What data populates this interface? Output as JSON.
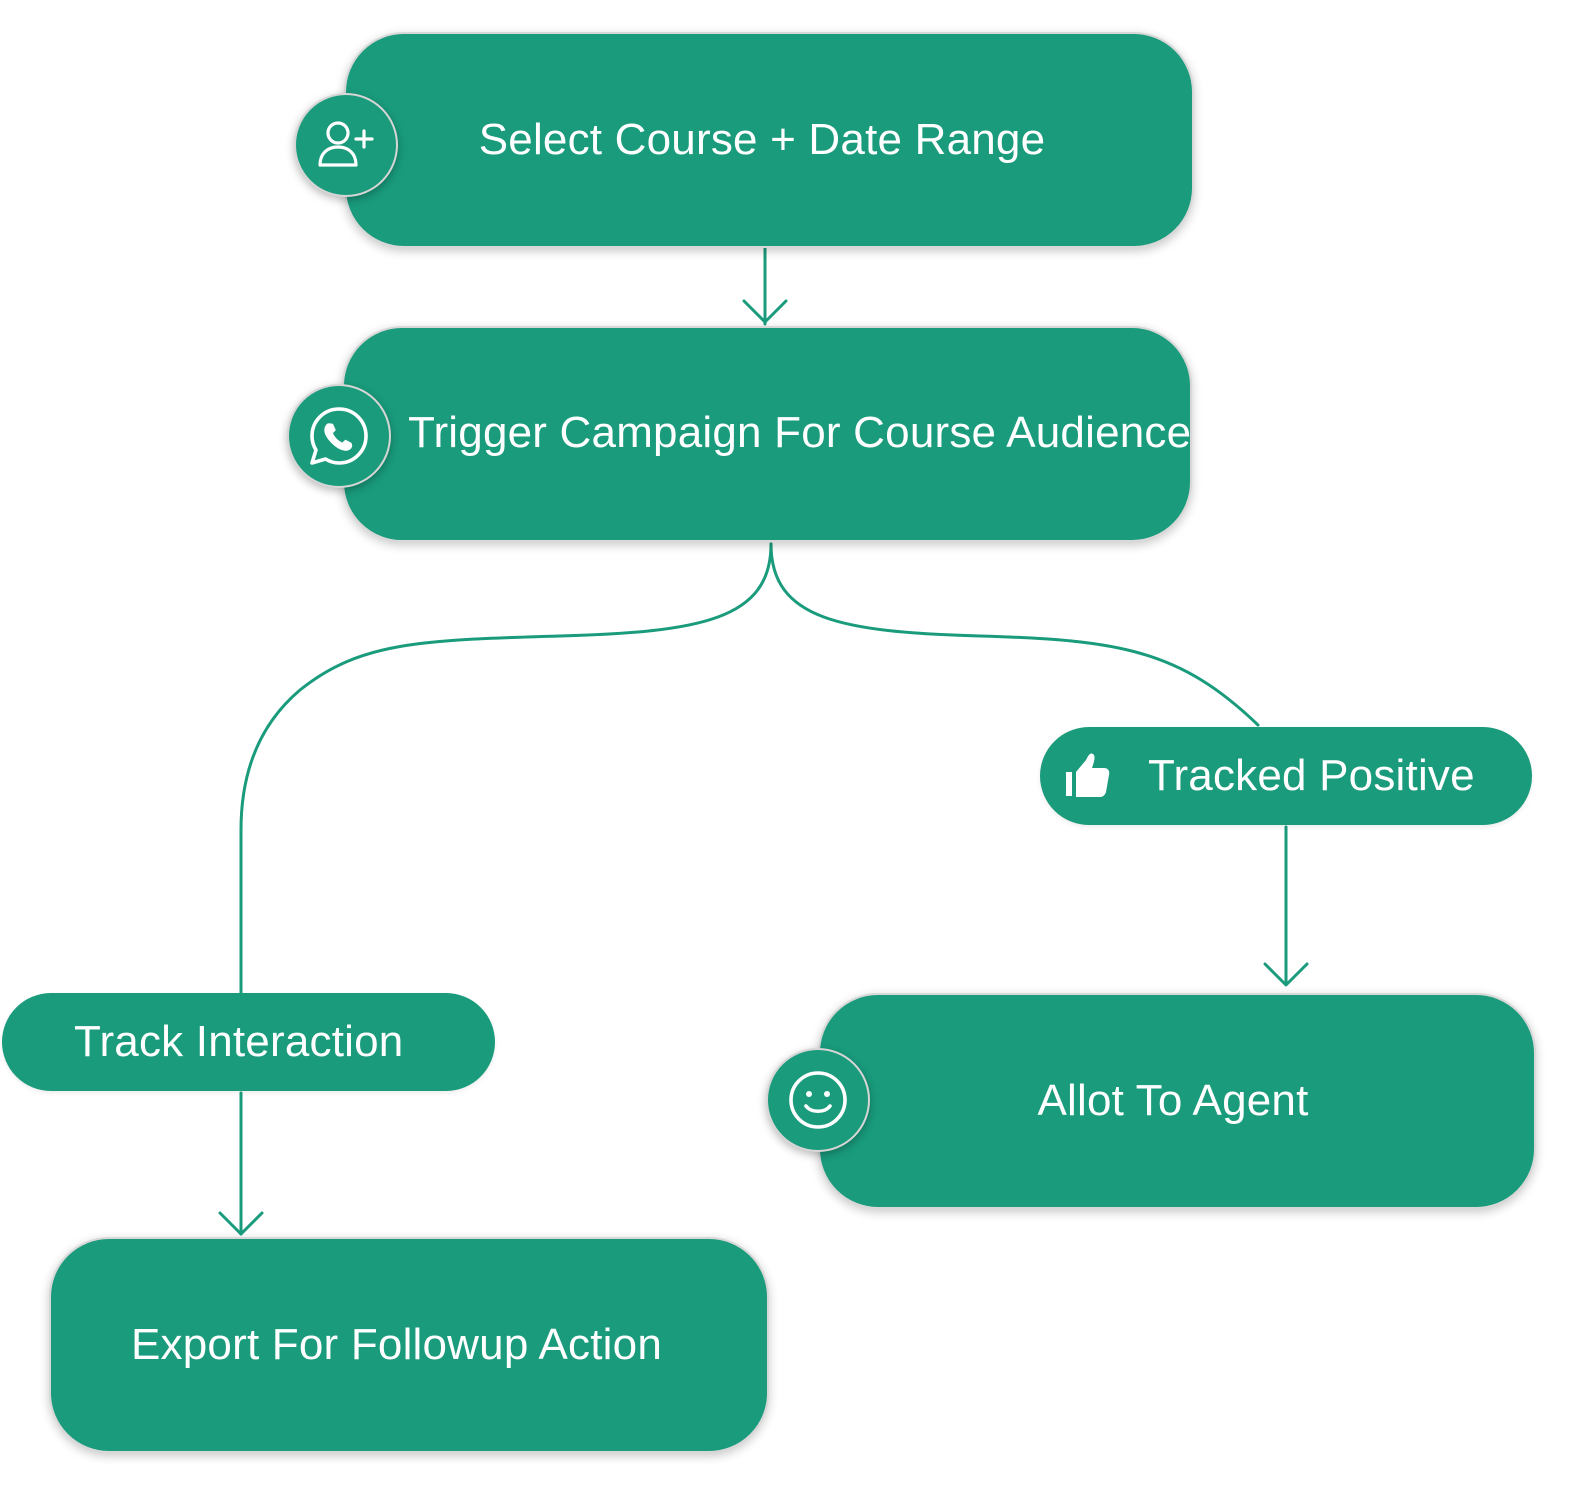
{
  "colors": {
    "node_fill": "#199b7c",
    "connector": "#199b7c",
    "text": "#ffffff"
  },
  "nodes": {
    "select_course": {
      "label": "Select Course + Date Range",
      "icon": "user-plus-icon"
    },
    "trigger_campaign": {
      "label": "Trigger Campaign For Course Audience",
      "icon": "whatsapp-icon"
    },
    "tracked_positive": {
      "label": "Tracked Positive",
      "icon": "thumbs-up-icon"
    },
    "track_interaction": {
      "label": "Track Interaction"
    },
    "allot_agent": {
      "label": "Allot To Agent",
      "icon": "smiley-icon"
    },
    "export_followup": {
      "label": "Export For Followup Action"
    }
  },
  "edges": [
    {
      "from": "select_course",
      "to": "trigger_campaign"
    },
    {
      "from": "trigger_campaign",
      "to": "track_interaction"
    },
    {
      "from": "trigger_campaign",
      "to": "tracked_positive"
    },
    {
      "from": "tracked_positive",
      "to": "allot_agent"
    },
    {
      "from": "track_interaction",
      "to": "export_followup"
    }
  ]
}
